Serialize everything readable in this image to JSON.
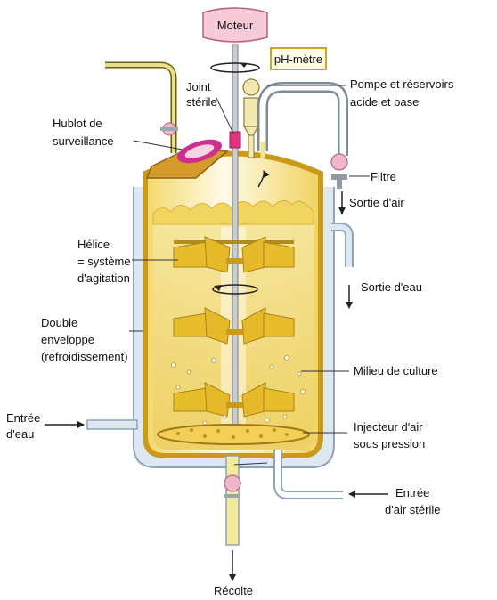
{
  "diagram": {
    "labels": {
      "moteur": "Moteur",
      "ph_metre": "pH-mètre",
      "joint_sterile_1": "Joint",
      "joint_sterile_2": "stérile",
      "pompe_1": "Pompe et réservoirs",
      "pompe_2": "acide et base",
      "hublot_1": "Hublot de",
      "hublot_2": "surveillance",
      "filtre": "Filtre",
      "sortie_air": "Sortie d'air",
      "helice_1": "Hélice",
      "helice_2": "= système",
      "helice_3": "d'agitation",
      "sortie_eau": "Sortie d'eau",
      "double_1": "Double",
      "double_2": "enveloppe",
      "double_3": "(refroidissement)",
      "milieu": "Milieu de culture",
      "entree_eau_1": "Entrée",
      "entree_eau_2": "d'eau",
      "injecteur_1": "Injecteur d'air",
      "injecteur_2": "sous pression",
      "entree_air_1": "Entrée",
      "entree_air_2": "d'air stérile",
      "recolte": "Récolte"
    },
    "colors": {
      "vessel_outline": "#d4a82a",
      "medium": "#f3dd7a",
      "medium_dark": "#e9c94a",
      "jacket": "#dde6ef",
      "jacket_stroke": "#8ea4bb",
      "impeller": "#e8bd2c",
      "moteur_fill": "#f6cad7",
      "ph_box_stroke": "#c9a923",
      "hublot": "#cc2f8e",
      "valve": "#f1b7c9",
      "arrow": "#222222"
    }
  }
}
